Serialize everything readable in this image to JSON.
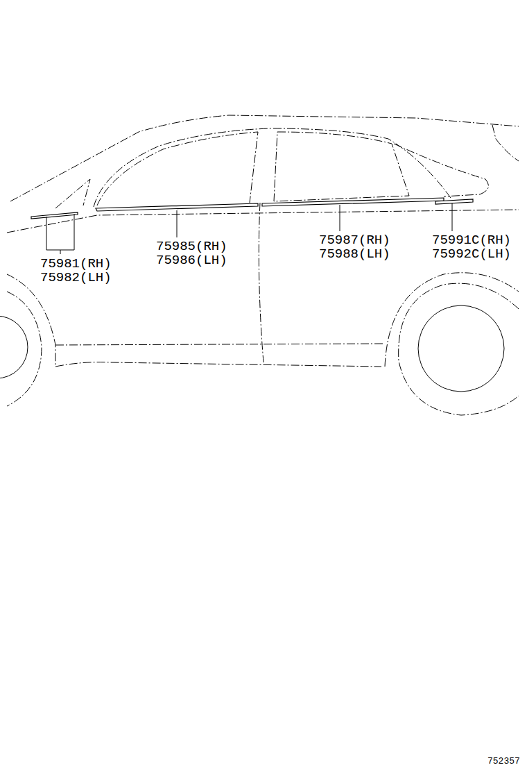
{
  "diagram": {
    "labels": [
      "75981(RH)",
      "75982(LH)",
      "75985(RH)",
      "75986(LH)",
      "75987(RH)",
      "75988(LH)",
      "75991C(RH)",
      "75992C(LH)",
      "752357"
    ]
  }
}
